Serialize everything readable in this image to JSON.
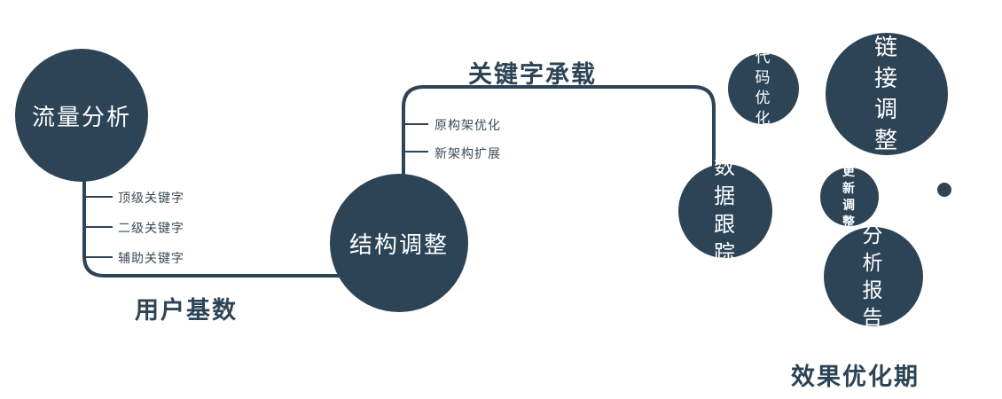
{
  "diagram": {
    "nodes": {
      "traffic_analysis": {
        "label": "流量分析"
      },
      "structure_adjust": {
        "label": "结构调整"
      },
      "data_tracking": {
        "label": "数据跟踪"
      },
      "code_optimize": {
        "label": "代码优化"
      },
      "link_adjust": {
        "label": "链接调整"
      },
      "update_adjust": {
        "label": "更新调整"
      },
      "analysis_report": {
        "label": "分析报告"
      }
    },
    "edge_labels": {
      "user_base": "用户基数",
      "keyword_carry": "关键字承载"
    },
    "traffic_branches": [
      "顶级关键字",
      "二级关键字",
      "辅助关键字"
    ],
    "structure_branches": [
      "原构架优化",
      "新架构扩展"
    ],
    "caption": "效果优化期",
    "colors": {
      "primary": "#2d4456",
      "text_on_dark": "#ffffff",
      "background": "#ffffff"
    }
  }
}
